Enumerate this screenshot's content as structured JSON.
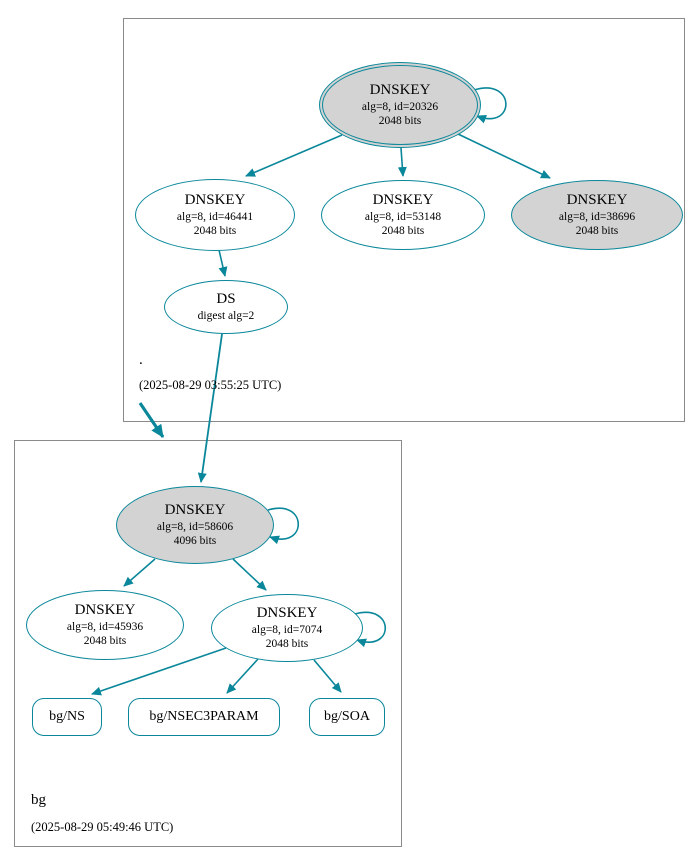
{
  "colors": {
    "edge": "#0a879a",
    "node_border": "#0a879a",
    "node_fill_gray": "#d3d3d3",
    "zone_border": "#8a8a8a",
    "text": "#000000"
  },
  "root_zone": {
    "label": ".",
    "timestamp": "(2025-08-29 03:55:25 UTC)",
    "dnskey_20326": {
      "type": "DNSKEY",
      "alg": "alg=8, id=20326",
      "bits": "2048 bits"
    },
    "dnskey_46441": {
      "type": "DNSKEY",
      "alg": "alg=8, id=46441",
      "bits": "2048 bits"
    },
    "dnskey_53148": {
      "type": "DNSKEY",
      "alg": "alg=8, id=53148",
      "bits": "2048 bits"
    },
    "dnskey_38696": {
      "type": "DNSKEY",
      "alg": "alg=8, id=38696",
      "bits": "2048 bits"
    },
    "ds": {
      "type": "DS",
      "digest": "digest alg=2"
    }
  },
  "bg_zone": {
    "label": "bg",
    "timestamp": "(2025-08-29 05:49:46 UTC)",
    "dnskey_58606": {
      "type": "DNSKEY",
      "alg": "alg=8, id=58606",
      "bits": "4096 bits"
    },
    "dnskey_45936": {
      "type": "DNSKEY",
      "alg": "alg=8, id=45936",
      "bits": "2048 bits"
    },
    "dnskey_7074": {
      "type": "DNSKEY",
      "alg": "alg=8, id=7074",
      "bits": "2048 bits"
    },
    "rrset_ns": {
      "label": "bg/NS"
    },
    "rrset_nsec3param": {
      "label": "bg/NSEC3PARAM"
    },
    "rrset_soa": {
      "label": "bg/SOA"
    }
  }
}
